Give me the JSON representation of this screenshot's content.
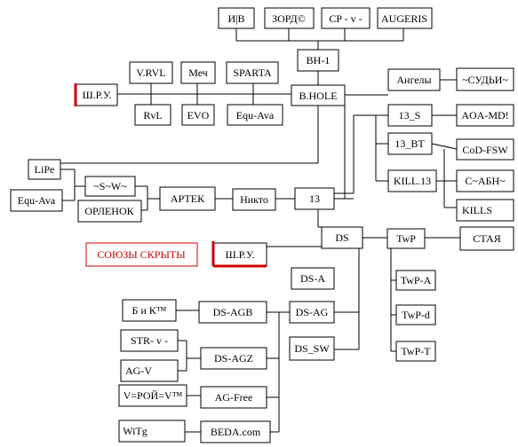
{
  "nodes": {
    "ib": "И|В",
    "zord": "ЗОРД©",
    "cp_v": "CP - v -",
    "augeris": "AUGERIS",
    "bh1": "BH-1",
    "vrvl": "V.RVL",
    "mech": "Меч",
    "sparta": "SPARTA",
    "shru_top": "Ш.Р.У.",
    "bhole": "B.HOLE",
    "rvl": "RvL",
    "evo": "EVO",
    "equava_top": "Equ-Ava",
    "angely": "Ангелы",
    "sudi": "~СУДЬИ~",
    "s13": "13_S",
    "aoamd": "AOA-MD!",
    "bt13": "13_BT",
    "codfsw": "CoD-FSW",
    "kill13": "KILL.13",
    "cabn": "C~АБН~",
    "kills": "KILLS",
    "lipe": "LiPe",
    "equava_left": "Equ-Ava",
    "sw": "~S~W~",
    "orlenok": "ОРЛЕНОК",
    "artek": "АРТЕК",
    "nikto": "Никто",
    "n13": "13",
    "ds": "DS",
    "twp": "TwP",
    "staya": "СТАЯ",
    "soyuzy": "СОЮЗЫ СКРЫТЫ",
    "shru_mid": "Ш.Р.У.",
    "dsa": "DS-A",
    "twpa": "TwP-A",
    "bik": "Б и К™",
    "dsagb": "DS-AGB",
    "dsag": "DS-AG",
    "twpd": "TwP-d",
    "strv": "STR- v -",
    "dsagz": "DS-AGZ",
    "dssw": "DS_SW",
    "twpt": "TwP-T",
    "agv": "AG-V",
    "vroy": "V=РОЙ=V™",
    "agfree": "AG-Free",
    "witg": "WiTg",
    "beda": "BEDA.com"
  },
  "colors": {
    "line": "#000000",
    "highlight": "#cc0000"
  }
}
